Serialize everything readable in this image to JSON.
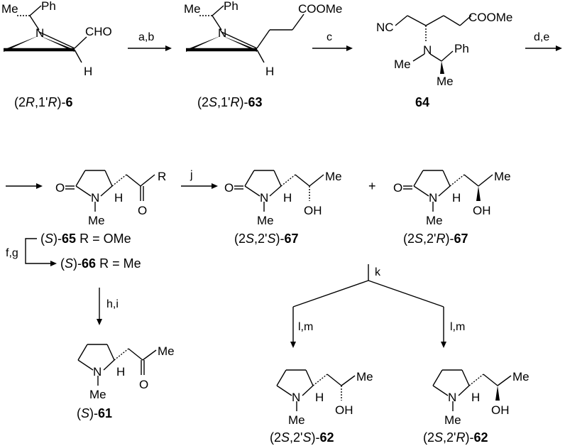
{
  "atoms": {
    "ph": "Ph",
    "me": "Me",
    "n": "N",
    "h": "H",
    "o": "O",
    "oh": "OH",
    "r": "R",
    "nc": "NC",
    "cho": "CHO",
    "coome": "COOMe"
  },
  "compounds": {
    "c6": {
      "prefix": "(2",
      "s1": "R",
      "mid": ",1'",
      "s2": "R",
      "suffix": ")-",
      "num": "6"
    },
    "c63": {
      "prefix": "(2",
      "s1": "S",
      "mid": ",1'",
      "s2": "R",
      "suffix": ")-",
      "num": "63"
    },
    "c64": {
      "num": "64"
    },
    "c65": {
      "prefix": "(",
      "s1": "S",
      "suffix": ")-",
      "num": "65",
      "rdef": "R = OMe"
    },
    "c66": {
      "prefix": "(",
      "s1": "S",
      "suffix": ")-",
      "num": "66",
      "rdef": "R = Me"
    },
    "c67a": {
      "prefix": "(2",
      "s1": "S",
      "mid": ",2'",
      "s2": "S",
      "suffix": ")-",
      "num": "67"
    },
    "c67b": {
      "prefix": "(2",
      "s1": "S",
      "mid": ",2'",
      "s2": "R",
      "suffix": ")-",
      "num": "67"
    },
    "c61": {
      "prefix": "(",
      "s1": "S",
      "suffix": ")-",
      "num": "61"
    },
    "c62a": {
      "prefix": "(2",
      "s1": "S",
      "mid": ",2'",
      "s2": "S",
      "suffix": ")-",
      "num": "62"
    },
    "c62b": {
      "prefix": "(2",
      "s1": "S",
      "mid": ",2'",
      "s2": "R",
      "suffix": ")-",
      "num": "62"
    }
  },
  "conditions": {
    "ab": "a,b",
    "c": "c",
    "de": "d,e",
    "fg": "f,g",
    "hi": "h,i",
    "j": "j",
    "k": "k",
    "lm": "l,m"
  },
  "plus": "+"
}
